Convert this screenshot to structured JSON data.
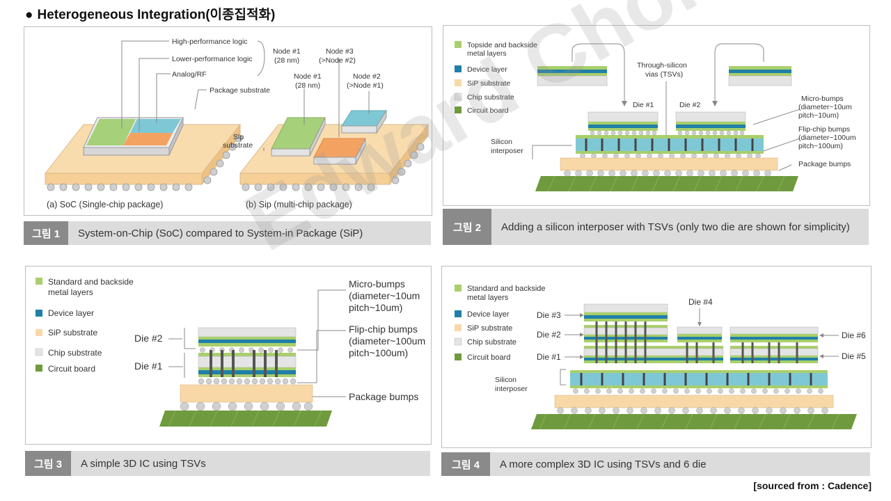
{
  "heading": {
    "bullet": "●",
    "title": "Heterogeneous Integration(이종집적화)"
  },
  "source": "[sourced from : Cadence]",
  "watermark": "Edward Choi",
  "fig1": {
    "labels": {
      "high_perf": "High-performance logic",
      "low_perf": "Lower-performance logic",
      "analog": "Analog/RF",
      "pkg_substrate": "Package substrate",
      "node1_top": "Node #1",
      "node1_top_nm": "(28 nm)",
      "node3": "Node #3",
      "node3_sub": "(>Node #2)",
      "node1": "Node #1",
      "node1_nm": "(28 nm)",
      "node2": "Node #2",
      "node2_sub": "(>Node #1)",
      "sip": "Sip",
      "sip_substrate": "substrate",
      "soc_caption": "(a) SoC (Single-chip package)",
      "sip_caption": "(b) Sip (multi-chip package)"
    },
    "caption": {
      "tag": "그림 1",
      "text": "System-on-Chip (SoC) compared to System-in Package (SiP)"
    }
  },
  "fig2": {
    "legend": [
      "Topside and backside",
      "metal layers",
      "Device layer",
      "SiP substrate",
      "Chip substrate",
      "Circuit board"
    ],
    "labels": {
      "tsv1": "Through-silicon",
      "tsv2": "vias (TSVs)",
      "die1": "Die #1",
      "die2": "Die #2",
      "micro1": "Micro-bumps",
      "micro2": "(diameter~10um",
      "micro3": "pitch~10um)",
      "flip1": "Flip-chip bumps",
      "flip2": "(diameter~100um",
      "flip3": "pitch~100um)",
      "interposer1": "Silicon",
      "interposer2": "interposer",
      "pkg_bumps": "Package bumps"
    },
    "caption": {
      "tag": "그림 2",
      "text": "Adding a silicon interposer with TSVs (only two die are shown for simplicity)"
    }
  },
  "fig3": {
    "legend": [
      "Standard and backside",
      "metal layers",
      "Device layer",
      "SiP substrate",
      "Chip substrate",
      "Circuit board"
    ],
    "labels": {
      "die2": "Die #2",
      "die1": "Die #1",
      "micro1": "Micro-bumps",
      "micro2": "(diameter~10um",
      "micro3": "pitch~10um)",
      "flip1": "Flip-chip bumps",
      "flip2": "(diameter~100um",
      "flip3": "pitch~100um)",
      "pkg_bumps": "Package bumps"
    },
    "caption": {
      "tag": "그림 3",
      "text": "A simple 3D IC using TSVs"
    }
  },
  "fig4": {
    "legend": [
      "Standard and backside",
      "metal layers",
      "Device layer",
      "SiP substrate",
      "Chip substrate",
      "Circuit board"
    ],
    "labels": {
      "die3": "Die #3",
      "die2": "Die #2",
      "die1": "Die #1",
      "die4": "Die #4",
      "die6": "Die #6",
      "die5": "Die #5",
      "interposer1": "Silicon",
      "interposer2": "interposer"
    },
    "caption": {
      "tag": "그림 4",
      "text": "A more complex 3D IC using TSVs and 6 die"
    }
  },
  "colors": {
    "metal": "#a9cf6b",
    "device": "#1f7fa8",
    "sip": "#f7d8a6",
    "chip": "#e4e4e4",
    "board": "#6f9a3e",
    "tsv": "#555555",
    "cyan": "#7ec8d6",
    "orange": "#f4a262"
  }
}
